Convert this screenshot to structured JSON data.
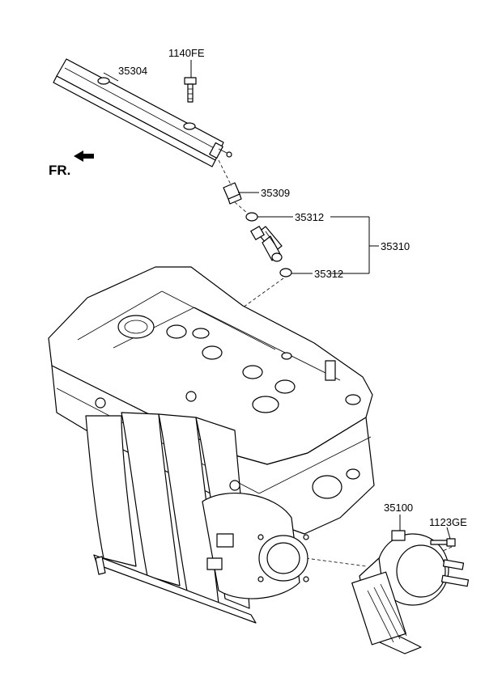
{
  "direction": {
    "label": "FR."
  },
  "parts": {
    "fuel_rail": "35304",
    "rail_bolt": "1140FE",
    "clip": "35309",
    "seal_upper": "35312",
    "seal_lower": "35312",
    "injector_assy": "35310",
    "throttle_body": "35100",
    "throttle_bolt": "1123GE"
  }
}
